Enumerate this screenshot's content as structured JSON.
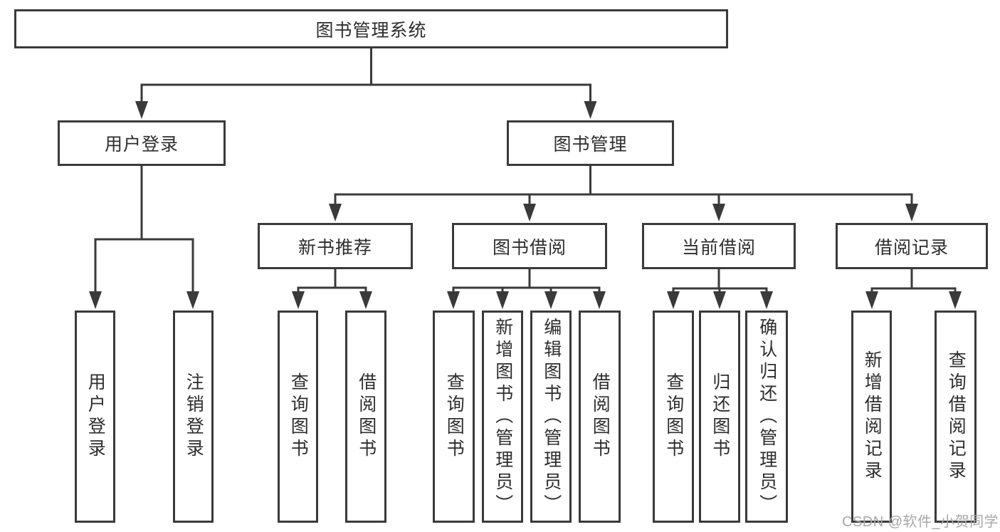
{
  "diagram": {
    "root": {
      "label": "图书管理系统"
    },
    "user_login": {
      "label": "用户登录",
      "children": [
        "用户登录",
        "注销登录"
      ]
    },
    "book_mgmt": {
      "label": "图书管理"
    },
    "modules": [
      {
        "label": "新书推荐",
        "children": [
          "查询图书",
          "借阅图书"
        ]
      },
      {
        "label": "图书借阅",
        "children": [
          "查询图书",
          "新增图书（管理员）",
          "编辑图书（管理员）",
          "借阅图书"
        ]
      },
      {
        "label": "当前借阅",
        "children": [
          "查询图书",
          "归还图书",
          "确认归还（管理员）"
        ]
      },
      {
        "label": "借阅记录",
        "children": [
          "新增借阅记录",
          "查询借阅记录"
        ]
      }
    ],
    "watermark": "CSDN @软件_小贺同学"
  },
  "colors": {
    "line": "#3a3a3a",
    "text": "#2d2d2d",
    "watermark": "#a8a8a8",
    "background": "#ffffff"
  }
}
